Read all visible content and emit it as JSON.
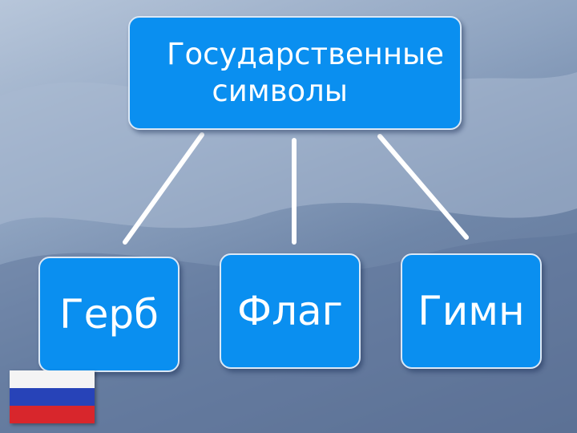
{
  "root": {
    "line1": "Государственные",
    "line2": "символы"
  },
  "children": [
    {
      "label": "Герб"
    },
    {
      "label": "Флаг"
    },
    {
      "label": "Гимн"
    }
  ],
  "colors": {
    "box_fill": "#0a8ff0",
    "box_border": "#dbe8f6",
    "connector": "#ffffff",
    "flag": [
      "#f4f4f4",
      "#2743b8",
      "#d8262c"
    ]
  },
  "icons": {
    "flag": "russian-flag-icon"
  }
}
